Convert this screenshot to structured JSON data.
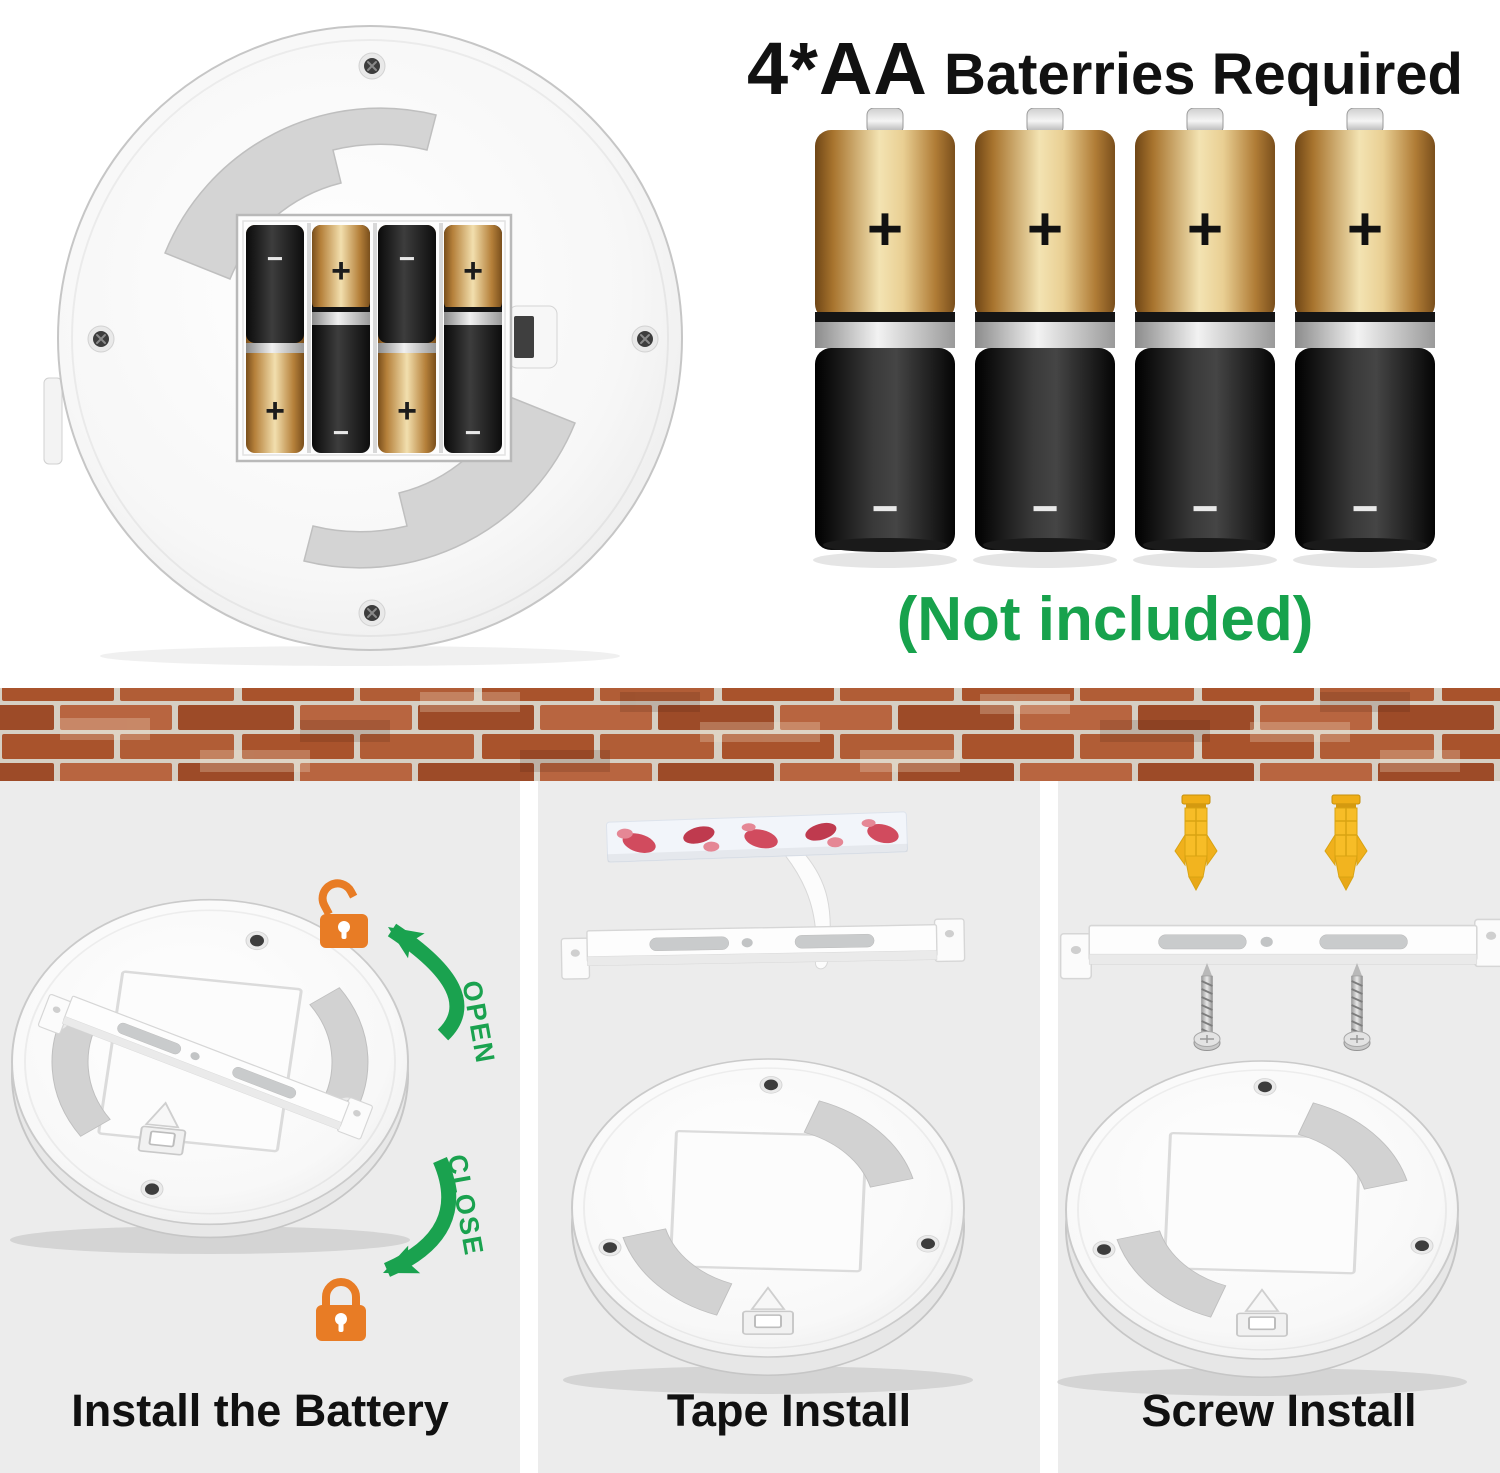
{
  "header": {
    "title_highlight": "4*AA",
    "title_rest": " Baterries Required",
    "not_included_note": "(Not included)"
  },
  "battery_symbols": {
    "plus": "+",
    "minus": "−"
  },
  "sections": {
    "install": {
      "label": "Install the Battery",
      "open_label": "OPEN",
      "close_label": "CLOSE"
    },
    "tape": {
      "label": "Tape Install"
    },
    "screw": {
      "label": "Screw Install"
    }
  },
  "colors": {
    "accent_green": "#1aa24f",
    "accent_orange": "#e87c25",
    "panel_background": "#ececec",
    "battery_gold": "#e3c083",
    "battery_black": "#232323",
    "brick_red": "#a9532c",
    "mortar": "#d6cfc3"
  }
}
